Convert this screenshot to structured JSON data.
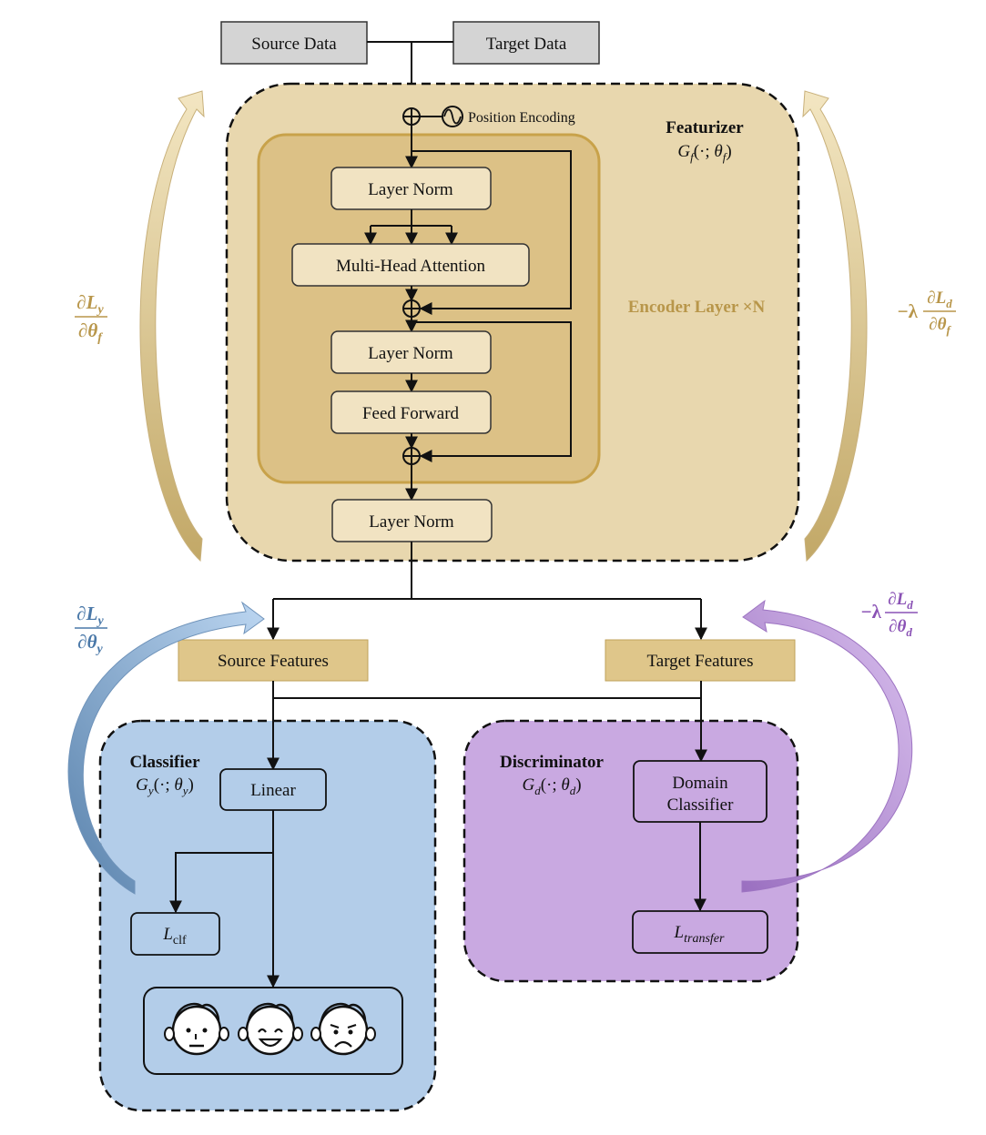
{
  "inputs": {
    "source_data": "Source Data",
    "target_data": "Target Data"
  },
  "featurizer": {
    "title": "Featurizer",
    "func": "G",
    "func_sub": "f",
    "theta": "θ",
    "theta_sub": "f",
    "position_encoding": "Position Encoding",
    "encoder_layer_label": "Encoder Layer ×N",
    "layer_norm_1": "Layer Norm",
    "multi_head_attention": "Multi-Head Attention",
    "layer_norm_2": "Layer Norm",
    "feed_forward": "Feed Forward",
    "layer_norm_final": "Layer Norm"
  },
  "gradients": {
    "left_top_num": "∂L",
    "left_top_num_sub": "y",
    "left_top_den": "∂θ",
    "left_top_den_sub": "f",
    "right_top_prefix": "−λ",
    "right_top_num": "∂L",
    "right_top_num_sub": "d",
    "right_top_den": "∂θ",
    "right_top_den_sub": "f",
    "left_bottom_num": "∂L",
    "left_bottom_num_sub": "y",
    "left_bottom_den": "∂θ",
    "left_bottom_den_sub": "y",
    "right_bottom_prefix": "−λ",
    "right_bottom_num": "∂L",
    "right_bottom_num_sub": "d",
    "right_bottom_den": "∂θ",
    "right_bottom_den_sub": "d"
  },
  "features": {
    "source": "Source Features",
    "target": "Target Features"
  },
  "classifier": {
    "title": "Classifier",
    "func": "G",
    "func_sub": "y",
    "theta": "θ",
    "theta_sub": "y",
    "linear": "Linear",
    "loss": "L",
    "loss_sub": "clf"
  },
  "discriminator": {
    "title": "Discriminator",
    "func": "G",
    "func_sub": "d",
    "theta": "θ",
    "theta_sub": "d",
    "domain_classifier_line1": "Domain",
    "domain_classifier_line2": "Classifier",
    "loss": "L",
    "loss_sub": "transfer"
  },
  "colors": {
    "featurizer_fill": "#e8d7ae",
    "encoder_fill": "#dcc186",
    "encoder_border": "#c8a24a",
    "box_fill": "#f1e3c2",
    "feature_fill": "#dfc68a",
    "gold_text": "#b8964a",
    "classifier_fill": "#b3cde9",
    "discriminator_fill": "#c9a9e1",
    "blue_text": "#4a78a8",
    "purple_text": "#8a52b5",
    "input_fill": "#d4d4d4"
  },
  "icons": [
    "neutral-face-icon",
    "smiling-face-icon",
    "sad-face-icon"
  ]
}
